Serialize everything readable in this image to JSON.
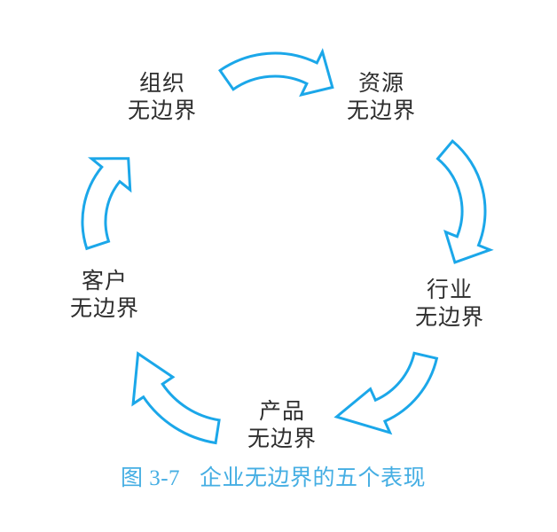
{
  "figure": {
    "caption": {
      "figure_label": "图 3-7",
      "title": "企业无边界的五个表现"
    },
    "colors": {
      "arrow": "#1ba7e9",
      "caption": "#45aee3",
      "label": "#2e2e2e",
      "background": "#ffffff"
    }
  },
  "diagram": {
    "type": "cycle",
    "direction": "clockwise",
    "nodes": [
      {
        "id": "organization",
        "line1": "组织",
        "line2": "无边界",
        "label": "组织无边界"
      },
      {
        "id": "resources",
        "line1": "资源",
        "line2": "无边界",
        "label": "资源无边界"
      },
      {
        "id": "industry",
        "line1": "行业",
        "line2": "无边界",
        "label": "行业无边界"
      },
      {
        "id": "product",
        "line1": "产品",
        "line2": "无边界",
        "label": "产品无边界"
      },
      {
        "id": "customer",
        "line1": "客户",
        "line2": "无边界",
        "label": "客户无边界"
      }
    ],
    "edges": [
      {
        "from": "组织无边界",
        "to": "资源无边界"
      },
      {
        "from": "资源无边界",
        "to": "行业无边界"
      },
      {
        "from": "行业无边界",
        "to": "产品无边界"
      },
      {
        "from": "产品无边界",
        "to": "客户无边界"
      },
      {
        "from": "客户无边界",
        "to": "组织无边界"
      }
    ]
  }
}
